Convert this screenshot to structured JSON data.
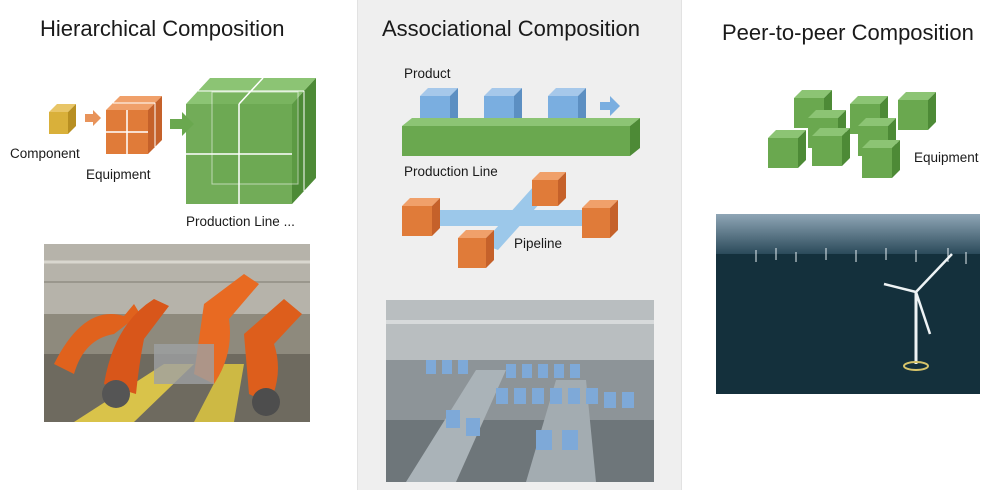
{
  "hierarchical": {
    "title": "Hierarchical Composition",
    "component_label": "Component",
    "equipment_label": "Equipment",
    "production_line_label": "Production Line ..."
  },
  "associational": {
    "title": "Associational Composition",
    "product_label": "Product",
    "production_line_label": "Production Line",
    "pipeline_label": "Pipeline"
  },
  "peer_to_peer": {
    "title": "Peer-to-peer Composition",
    "equipment_label": "Equipment"
  },
  "colors": {
    "component": "#d9b03a",
    "equipment": "#e07b39",
    "production_line": "#6aa84f",
    "product": "#7aaee0",
    "pipeline": "#9cc8ea",
    "arrow": "#e8935a",
    "big_arrow": "#6aa84f"
  }
}
